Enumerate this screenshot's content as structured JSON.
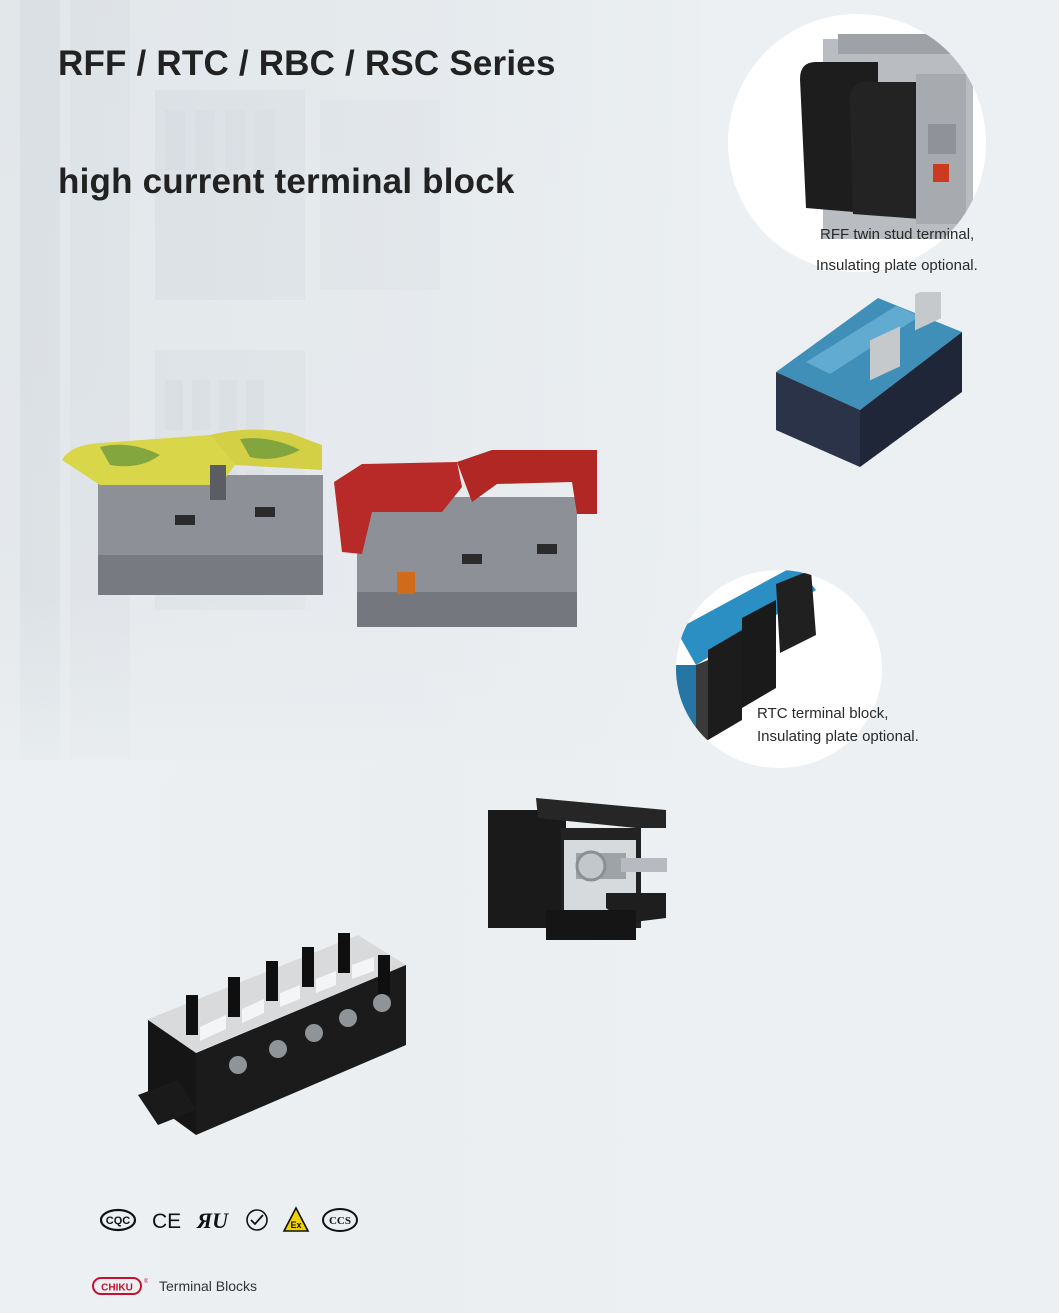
{
  "header": {
    "title": "RFF / RTC / RBC / RSC Series",
    "subtitle": "high current terminal block"
  },
  "captions": {
    "rff_line1": "RFF twin stud terminal,",
    "rff_line2": "Insulating plate optional.",
    "rtc_line1": "RTC terminal block,",
    "rtc_line2": "Insulating plate optional."
  },
  "certifications": [
    "CQC",
    "CE",
    "UR",
    "RoHS",
    "Ex",
    "CCS"
  ],
  "footer": {
    "brand": "CHIKU",
    "brand_mark": "®",
    "text": "Terminal Blocks"
  },
  "colors": {
    "title": "#222222",
    "ground_yellow": "#d9d64a",
    "ground_green": "#6e9a3c",
    "red_cover": "#b72a27",
    "housing_gray": "#8d9096",
    "cover_blue": "#2e8fc0",
    "base_black": "#1c1c1c",
    "brand_red": "#c8102e"
  }
}
